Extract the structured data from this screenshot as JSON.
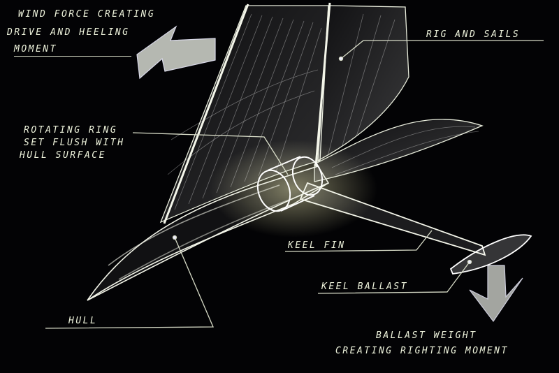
{
  "colors": {
    "background": "#030305",
    "chalk": "#eef3dc",
    "line": "#d8dcc8",
    "glow": "#d9d6a4"
  },
  "labels": {
    "wind_force": [
      "WIND FORCE CREATING",
      "DRIVE AND HEELING",
      "MOMENT"
    ],
    "rig_and_sails": "RIG AND SAILS",
    "rotating_ring": [
      "ROTATING RING",
      "SET FLUSH WITH",
      "HULL SURFACE"
    ],
    "keel_fin": "KEEL FIN",
    "keel_ballast": "KEEL BALLAST",
    "hull": "HULL",
    "ballast_weight": [
      "BALLAST WEIGHT",
      "CREATING RIGHTING MOMENT"
    ]
  }
}
